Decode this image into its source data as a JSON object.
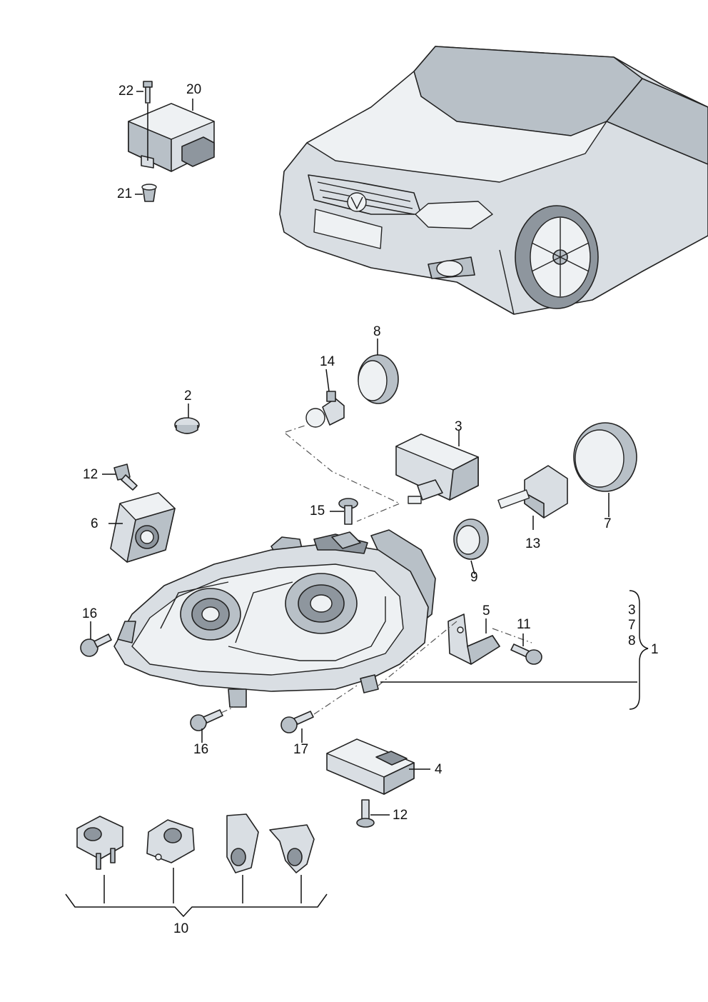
{
  "callouts": {
    "c1": "1",
    "c2": "2",
    "c3": "3",
    "c4": "4",
    "c5": "5",
    "c6": "6",
    "c7": "7",
    "c8": "8",
    "c9": "9",
    "c10": "10",
    "c11": "11",
    "c12a": "12",
    "c12b": "12",
    "c13": "13",
    "c14": "14",
    "c15": "15",
    "c16a": "16",
    "c16b": "16",
    "c17": "17",
    "c20": "20",
    "c21": "21",
    "c22": "22",
    "group3": "3",
    "group7": "7",
    "group8": "8"
  }
}
